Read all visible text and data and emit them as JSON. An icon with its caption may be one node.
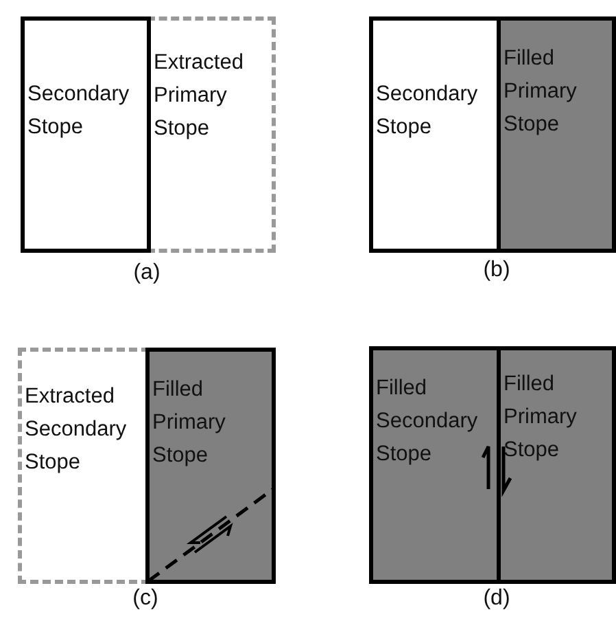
{
  "diagram": {
    "nodes": [
      {
        "text": [
          "Secondary Stope"
        ]
      },
      {
        "text": [
          "Extracted Primary Stope"
        ]
      },
      {
        "text": [
          "Secondary Stope"
        ]
      },
      {
        "text": [
          "Filled Primary Stope"
        ]
      },
      {
        "text": [
          "Extracted Secondary Stope"
        ]
      },
      {
        "text": [
          "Filled Primary Stope"
        ]
      },
      {
        "text": [
          "Filled Secondary Stope"
        ]
      },
      {
        "text": [
          "Filled Primary Stope"
        ]
      }
    ],
    "labels": [
      "(a)",
      "(b)",
      "(c)",
      "(d)"
    ]
  }
}
